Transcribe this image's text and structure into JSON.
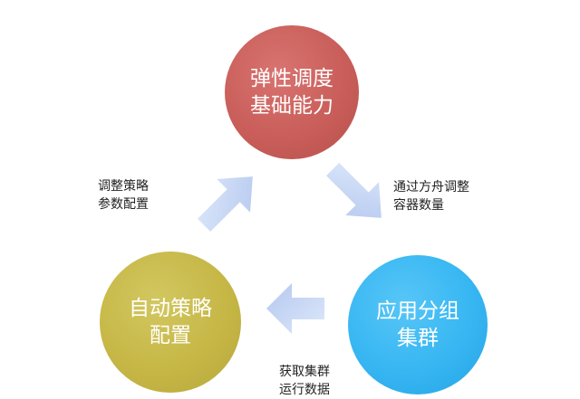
{
  "nodes": {
    "top": {
      "line1": "弹性调度",
      "line2": "基础能力",
      "color": "#c95e5a"
    },
    "left": {
      "line1": "自动策略",
      "line2": "配置",
      "color": "#c6b746"
    },
    "right": {
      "line1": "应用分组",
      "line2": "集群",
      "color": "#37b6f2"
    }
  },
  "edges": {
    "top_to_right": {
      "line1": "通过方舟调整",
      "line2": "容器数量"
    },
    "right_to_left": {
      "line1": "获取集群",
      "line2": "运行数据"
    },
    "left_to_top": {
      "line1": "调整策略",
      "line2": "参数配置"
    }
  },
  "arrow_color": "#c6d6f3"
}
